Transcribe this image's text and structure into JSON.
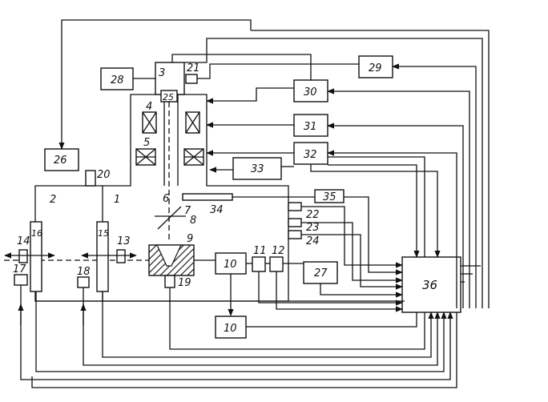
{
  "diagram": {
    "labels": {
      "n1": "1",
      "n2": "2",
      "n3": "3",
      "n4": "4",
      "n5": "5",
      "n6": "6",
      "n7": "7",
      "n8": "8",
      "n9": "9",
      "n10a": "10",
      "n10b": "10",
      "n11": "11",
      "n12": "12",
      "n13": "13",
      "n14": "14",
      "n15": "15",
      "n16": "16",
      "n17": "17",
      "n18": "18",
      "n19": "19",
      "n20": "20",
      "n21": "21",
      "n22": "22",
      "n23": "23",
      "n24": "24",
      "n25": "25",
      "n26": "26",
      "n27": "27",
      "n28": "28",
      "n29": "29",
      "n30": "30",
      "n31": "31",
      "n32": "32",
      "n33": "33",
      "n34": "34",
      "n35": "35",
      "n36": "36"
    }
  }
}
